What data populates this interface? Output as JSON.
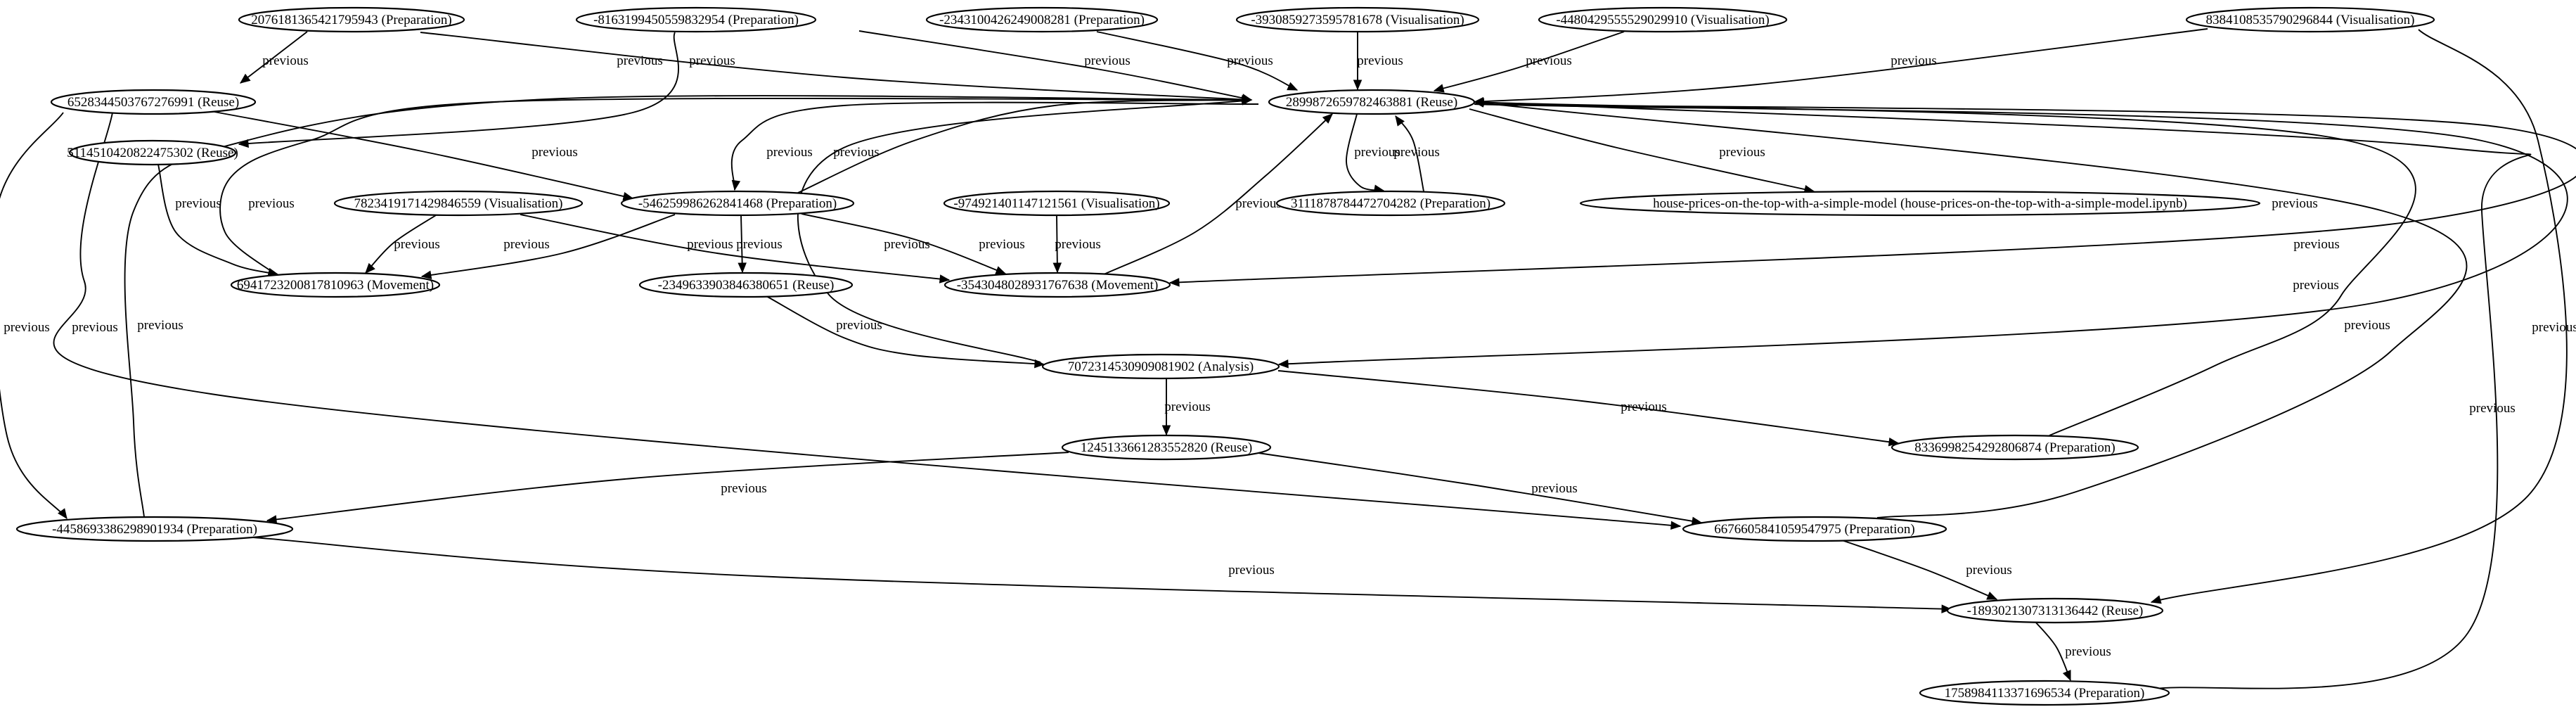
{
  "graph": {
    "nodes": [
      {
        "id": "n1",
        "label": "2076181365421795943 (Preparation)"
      },
      {
        "id": "n2",
        "label": "-8163199450559832954 (Preparation)"
      },
      {
        "id": "n3",
        "label": "-2343100426249008281 (Preparation)"
      },
      {
        "id": "n4",
        "label": "-3930859273595781678 (Visualisation)"
      },
      {
        "id": "n5",
        "label": "-4480429555529029910 (Visualisation)"
      },
      {
        "id": "n6",
        "label": "8384108535790296844 (Visualisation)"
      },
      {
        "id": "n7",
        "label": "6528344503767276991 (Reuse)"
      },
      {
        "id": "c",
        "label": "2899872659782463881 (Reuse)"
      },
      {
        "id": "n8",
        "label": "5114510420822475302 (Reuse)"
      },
      {
        "id": "n9",
        "label": "7823419171429846559 (Visualisation)"
      },
      {
        "id": "n10",
        "label": "-546259986262841468 (Preparation)"
      },
      {
        "id": "n11",
        "label": "-974921401147121561 (Visualisation)"
      },
      {
        "id": "n12",
        "label": "3111878784472704282 (Preparation)"
      },
      {
        "id": "n13",
        "label": "house-prices-on-the-top-with-a-simple-model (house-prices-on-the-top-with-a-simple-model.ipynb)"
      },
      {
        "id": "n14",
        "label": "6941723200817810963 (Movement)"
      },
      {
        "id": "n15",
        "label": "-2349633903846380651 (Reuse)"
      },
      {
        "id": "n16",
        "label": "-354304802893176763​8 (Movement)"
      },
      {
        "id": "n17",
        "label": "7072314530909081902 (Analysis)"
      },
      {
        "id": "n18",
        "label": "1245133661283552820 (Reuse)"
      },
      {
        "id": "n19",
        "label": "8336998254292806874 (Preparation)"
      },
      {
        "id": "n20",
        "label": "-4458693386298901934 (Preparation)"
      },
      {
        "id": "n21",
        "label": "6676605841059547975 (Preparation)"
      },
      {
        "id": "n22",
        "label": "-1893021307313136442 (Reuse)"
      },
      {
        "id": "n23",
        "label": "1758984113371696534 (Preparation)"
      }
    ],
    "edges": [
      {
        "id": "e1",
        "from": "n1",
        "to": "n7",
        "label": "previous"
      },
      {
        "id": "e2",
        "from": "n1",
        "to": "c",
        "label": "previous"
      },
      {
        "id": "e3",
        "from": "n2",
        "to": "c",
        "label": "previous"
      },
      {
        "id": "e4",
        "from": "n2",
        "to": "n8",
        "label": "previous"
      },
      {
        "id": "e5",
        "from": "n3",
        "to": "c",
        "label": "previous"
      },
      {
        "id": "e6",
        "from": "n4",
        "to": "c",
        "label": "previous"
      },
      {
        "id": "e7",
        "from": "n5",
        "to": "c",
        "label": "previous"
      },
      {
        "id": "e8",
        "from": "n6",
        "to": "c",
        "label": "previous"
      },
      {
        "id": "e9",
        "from": "n6",
        "to": "n22",
        "label": "previous"
      },
      {
        "id": "e10",
        "from": "n7",
        "to": "n10",
        "label": "previous"
      },
      {
        "id": "e11",
        "from": "n7",
        "to": "n20",
        "label": "previous"
      },
      {
        "id": "e12",
        "from": "n7",
        "to": "n21",
        "label": "previous"
      },
      {
        "id": "e13",
        "from": "c",
        "to": "n10",
        "label": "previous"
      },
      {
        "id": "e14",
        "from": "c",
        "to": "n12",
        "label": "previous"
      },
      {
        "id": "e15",
        "from": "c",
        "to": "n13",
        "label": "previous"
      },
      {
        "id": "e16",
        "from": "c",
        "to": "n16",
        "label": "previous"
      },
      {
        "id": "e17",
        "from": "c",
        "to": "n17",
        "label": "previous"
      },
      {
        "id": "e18",
        "from": "n8",
        "to": "n14",
        "label": "previous"
      },
      {
        "id": "e19",
        "from": "n9",
        "to": "n14",
        "label": "previous"
      },
      {
        "id": "e20",
        "from": "n9",
        "to": "n16",
        "label": "previous"
      },
      {
        "id": "e21",
        "from": "n10",
        "to": "c",
        "label": "previous"
      },
      {
        "id": "e22",
        "from": "n10",
        "to": "n14",
        "label": "previous"
      },
      {
        "id": "e23",
        "from": "n10",
        "to": "n15",
        "label": "previous"
      },
      {
        "id": "e24",
        "from": "n10",
        "to": "n16",
        "label": "previous"
      },
      {
        "id": "e25",
        "from": "n11",
        "to": "n16",
        "label": "previous"
      },
      {
        "id": "e26",
        "from": "n12",
        "to": "c",
        "label": "previous"
      },
      {
        "id": "e27",
        "from": "n14",
        "to": "c",
        "label": "previous"
      },
      {
        "id": "e28",
        "from": "n15",
        "to": "n17",
        "label": "previous"
      },
      {
        "id": "e29",
        "from": "n16",
        "to": "c",
        "label": "previous"
      },
      {
        "id": "e30",
        "from": "n17",
        "to": "c",
        "label": "previous"
      },
      {
        "id": "e31",
        "from": "n17",
        "to": "n18",
        "label": "previous"
      },
      {
        "id": "e32",
        "from": "n17",
        "to": "n19",
        "label": "previous"
      },
      {
        "id": "e33",
        "from": "n18",
        "to": "n20",
        "label": "previous"
      },
      {
        "id": "e34",
        "from": "n18",
        "to": "n21",
        "label": "previous"
      },
      {
        "id": "e35",
        "from": "n19",
        "to": "c",
        "label": "previous"
      },
      {
        "id": "e36",
        "from": "n20",
        "to": "c",
        "label": "previous"
      },
      {
        "id": "e37",
        "from": "n20",
        "to": "n22",
        "label": "previous"
      },
      {
        "id": "e38",
        "from": "n21",
        "to": "c",
        "label": "previous"
      },
      {
        "id": "e39",
        "from": "n21",
        "to": "n22",
        "label": "previous"
      },
      {
        "id": "e40",
        "from": "n22",
        "to": "n23",
        "label": "previous"
      },
      {
        "id": "e41",
        "from": "n23",
        "to": "c",
        "label": "previous"
      }
    ]
  }
}
